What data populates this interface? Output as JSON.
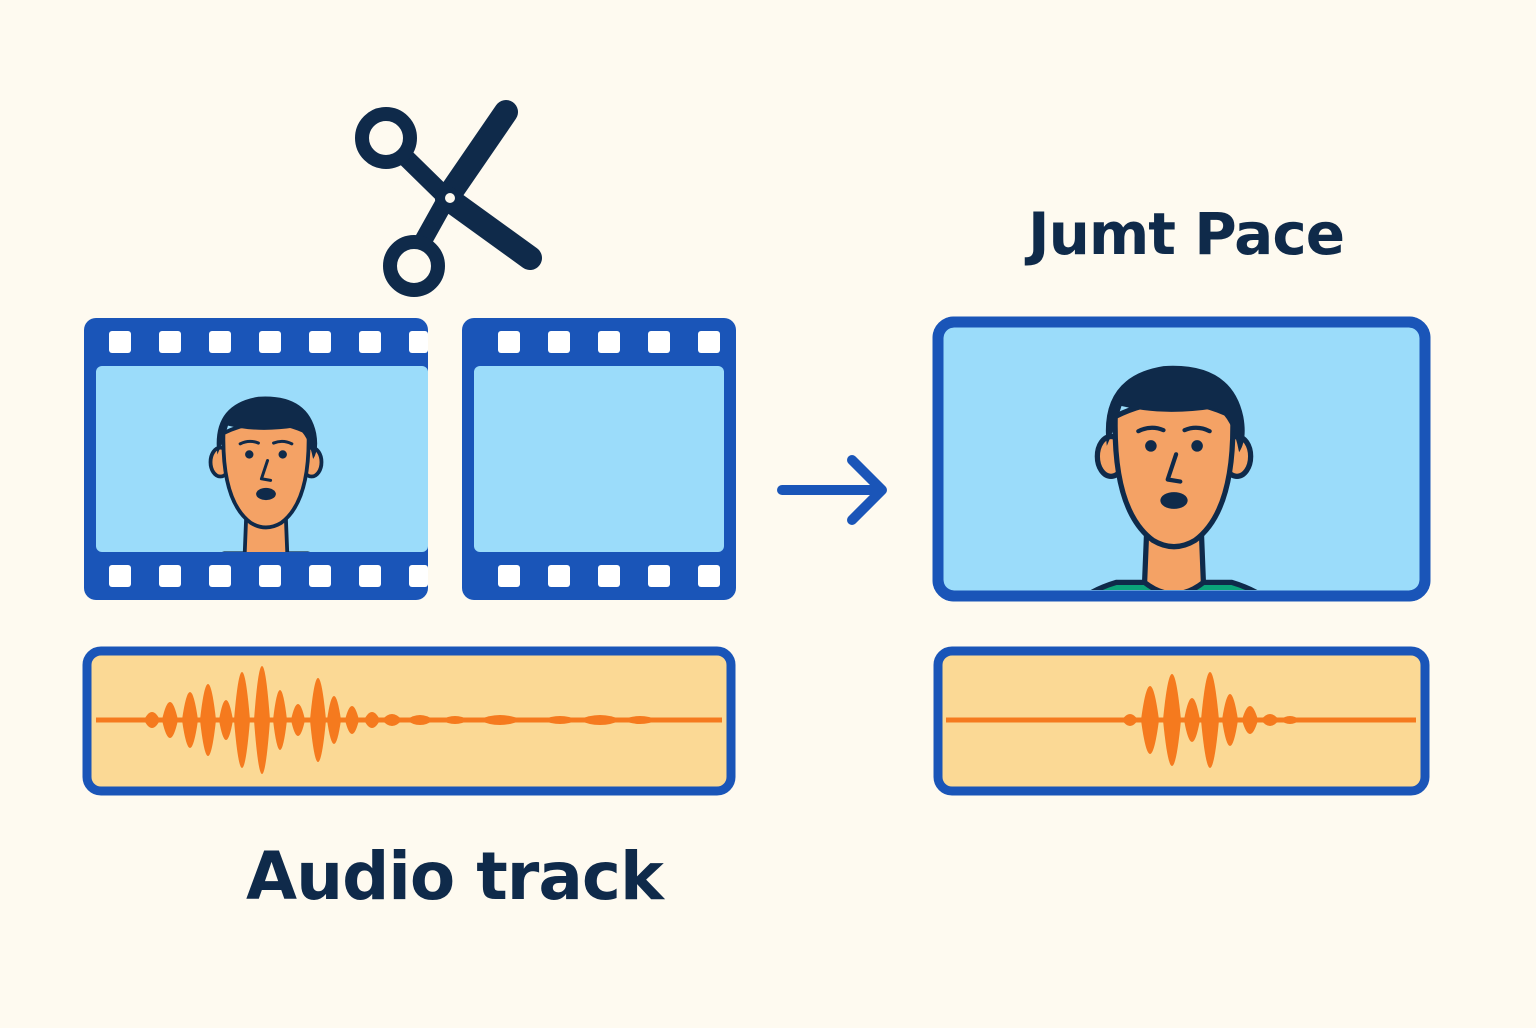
{
  "labels": {
    "result_title": "Jumt Pace",
    "audio_caption": "Audio track"
  },
  "icons": {
    "cut": "scissors-icon",
    "flow": "arrow-right-icon",
    "subject": "person-portrait"
  },
  "colors": {
    "background": "#fefaf0",
    "frame_border": "#1a55b8",
    "screen": "#9bdcfa",
    "audio_bg": "#fbd995",
    "waveform": "#f57a1e",
    "skin": "#f4a265",
    "hair": "#0f2a4a",
    "shirt": "#0aa379",
    "outline": "#0f2a4a"
  }
}
